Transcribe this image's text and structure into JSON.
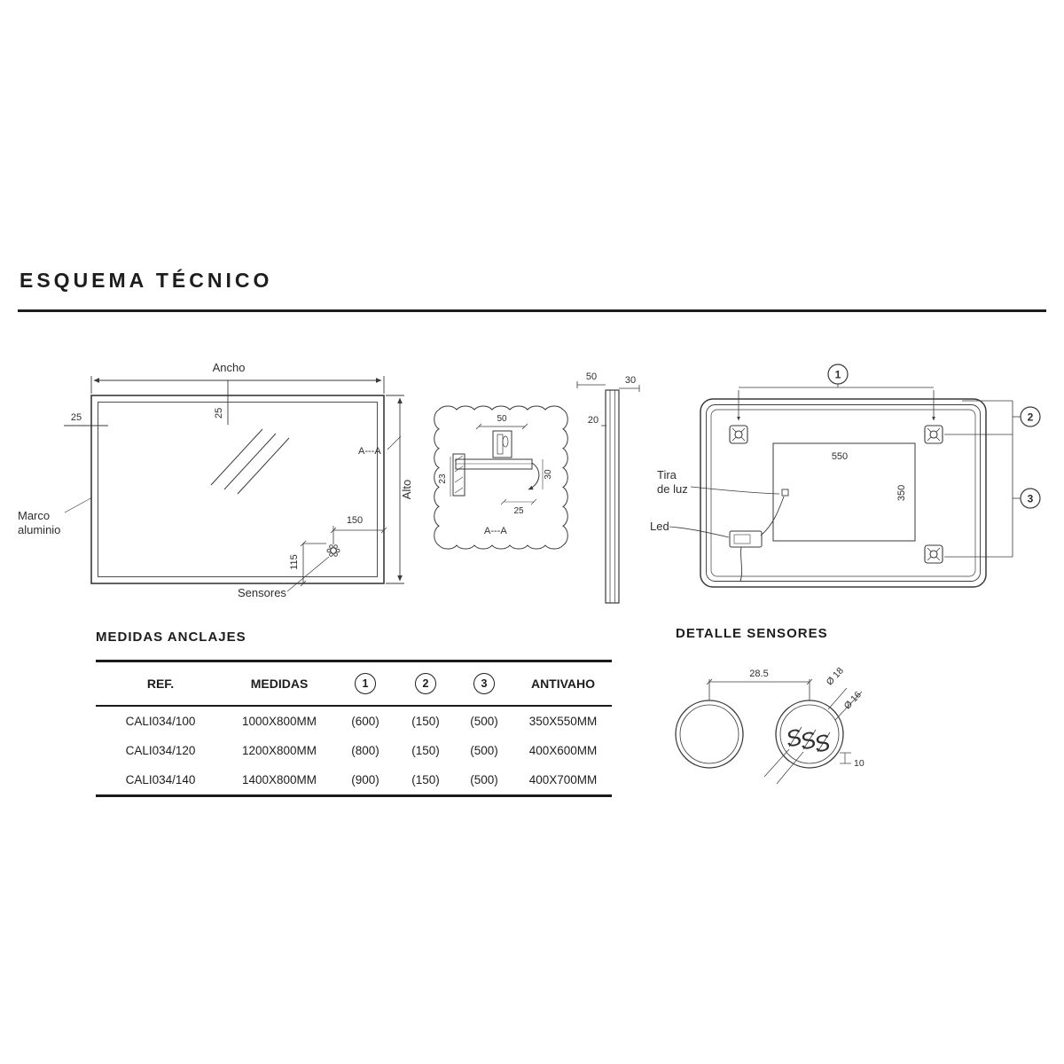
{
  "page": {
    "title": "ESQUEMA TÉCNICO"
  },
  "front_view": {
    "ancho": "Ancho",
    "dim_top_25": "25",
    "dim_left_25": "25",
    "alto": "Alto",
    "marco_line1": "Marco",
    "marco_line2": "aluminio",
    "dim_150": "150",
    "dim_115": "115",
    "sensores": "Sensores",
    "section_mark": "A---A"
  },
  "section_detail": {
    "dim_50": "50",
    "dim_23": "23",
    "dim_30": "30",
    "dim_25": "25",
    "label": "A---A"
  },
  "side_view": {
    "dim_50": "50",
    "dim_30": "30",
    "dim_20": "20"
  },
  "back_view": {
    "dim_550": "550",
    "dim_350": "350",
    "tira_line1": "Tira",
    "tira_line2": "de luz",
    "led": "Led",
    "anchor_1": "1",
    "anchor_2": "2",
    "anchor_3": "3"
  },
  "table": {
    "title": "MEDIDAS ANCLAJES",
    "headers": [
      "REF.",
      "MEDIDAS",
      "1",
      "2",
      "3",
      "ANTIVAHO"
    ],
    "rows": [
      [
        "CALI034/100",
        "1000X800MM",
        "(600)",
        "(150)",
        "(500)",
        "350X550MM"
      ],
      [
        "CALI034/120",
        "1200X800MM",
        "(800)",
        "(150)",
        "(500)",
        "400X600MM"
      ],
      [
        "CALI034/140",
        "1400X800MM",
        "(900)",
        "(150)",
        "(500)",
        "400X700MM"
      ]
    ]
  },
  "sensor_detail": {
    "title": "DETALLE SENSORES",
    "dim_28_5": "28.5",
    "dim_d18": "Ø 18",
    "dim_d16": "Ø 16",
    "dim_10": "10",
    "symbol": "S"
  }
}
